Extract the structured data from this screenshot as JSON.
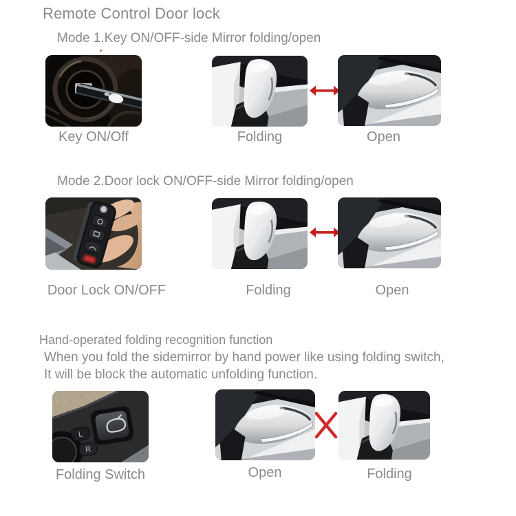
{
  "title": "Remote Control Door lock",
  "colors": {
    "background": "#ffffff",
    "text_gray": "#8a8a8a",
    "arrow_red": "#c6201e",
    "cross_red": "#d02a2a"
  },
  "sections": [
    {
      "heading": "Mode 1.Key ON/OFF-side Mirror folding/open",
      "connector": "double-arrow-icon",
      "items": [
        {
          "icon": "ignition-key-photo",
          "caption": "Key ON/Off"
        },
        {
          "icon": "folded-mirror-photo",
          "caption": "Folding"
        },
        {
          "icon": "open-mirror-photo",
          "caption": "Open"
        }
      ]
    },
    {
      "heading": "Mode 2.Door lock ON/OFF-side Mirror folding/open",
      "connector": "double-arrow-icon",
      "items": [
        {
          "icon": "remote-key-photo",
          "caption": "Door Lock ON/OFF"
        },
        {
          "icon": "folded-mirror-photo",
          "caption": "Folding"
        },
        {
          "icon": "open-mirror-photo",
          "caption": "Open"
        }
      ]
    },
    {
      "heading": "Hand-operated folding recognition function",
      "body": [
        "When you fold the sidemirror by hand power like using folding switch,",
        "It will be block the automatic unfolding function."
      ],
      "connector": "x-icon",
      "items": [
        {
          "icon": "folding-switch-photo",
          "caption": "Folding Switch"
        },
        {
          "icon": "open-mirror-photo",
          "caption": "Open"
        },
        {
          "icon": "folded-mirror-photo",
          "caption": "Folding"
        }
      ]
    }
  ],
  "photo_labels": {
    "switch_left": "L",
    "switch_right": "R"
  }
}
